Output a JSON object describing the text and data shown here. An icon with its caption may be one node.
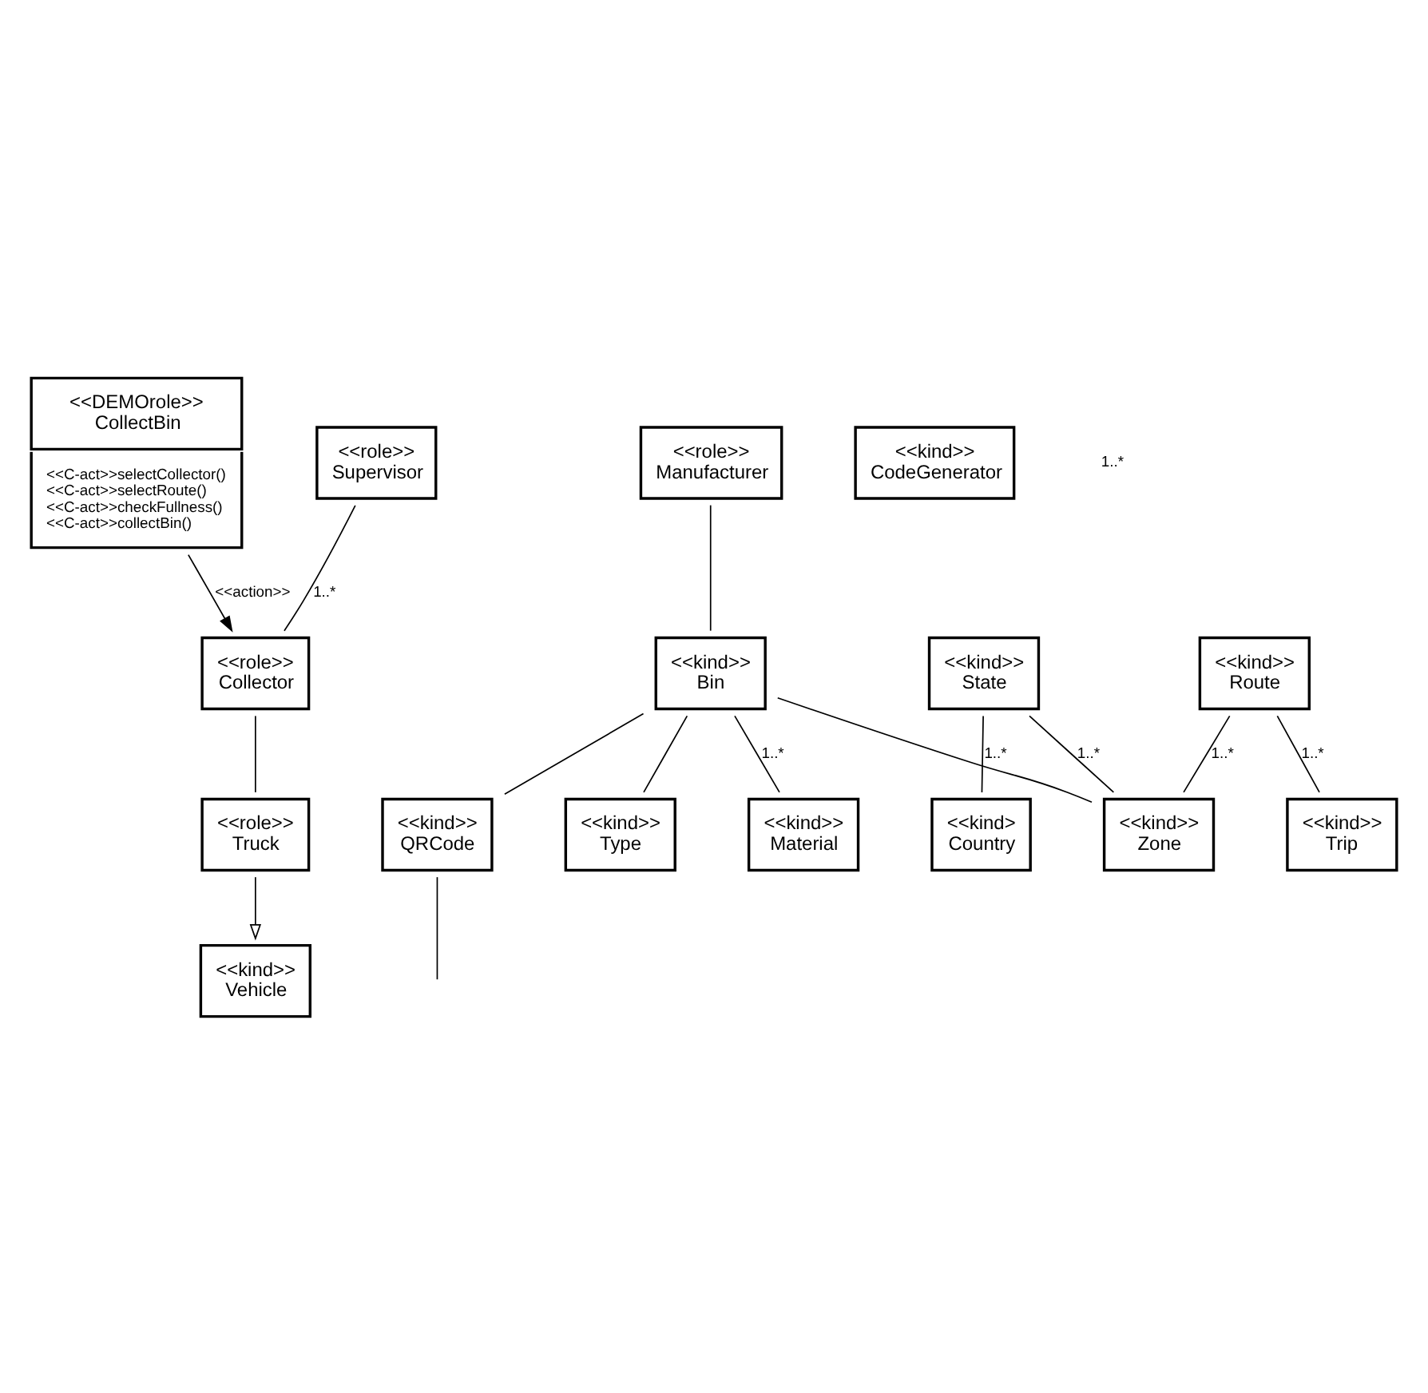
{
  "diagram": {
    "nodes": [
      {
        "text": [
          "<<DEMOrole>>",
          "CollectBin",
          "<<C-act>>selectCollector()",
          "<<C-act>>selectRoute()",
          "<<C-act>>checkFullness()",
          "<<C-act>>collectBin()"
        ]
      },
      {
        "text": [
          "<<role>>",
          "Manufacturer"
        ]
      },
      {
        "text": [
          "<<kind>>",
          "CodeGenerator"
        ]
      },
      {
        "text": [
          "<<role>>",
          "Supervisor"
        ]
      },
      {
        "text": [
          "<<role>>",
          "Collector"
        ]
      },
      {
        "text": [
          "<<kind>>",
          "Bin"
        ]
      },
      {
        "text": [
          "<<kind>>",
          "QRCode"
        ]
      },
      {
        "text": [
          "<<kind>>",
          "Vehicle"
        ]
      },
      {
        "text": [
          "<<role>>",
          "Truck"
        ]
      },
      {
        "text": [
          "<<kind>",
          "Country"
        ]
      },
      {
        "text": [
          "<<kind>>",
          "State"
        ]
      },
      {
        "text": [
          "<<kind>>",
          "Type"
        ]
      },
      {
        "text": [
          "<<kind>>",
          "Material"
        ]
      },
      {
        "text": [
          "<<kind>>",
          "Route"
        ]
      },
      {
        "text": [
          "<<kind>>",
          "Zone"
        ]
      },
      {
        "text": [
          "<<kind>>",
          "Trip"
        ]
      }
    ],
    "edges": [
      {
        "from": 0,
        "to": 4,
        "arrow": "to",
        "label": "<<action>>"
      },
      {
        "from": 3,
        "to": 4,
        "arrow": "none",
        "label": "1..*"
      },
      {
        "from": 8,
        "to": 7,
        "arrow": "to"
      },
      {
        "from": 4,
        "to": 8,
        "arrow": "none"
      },
      {
        "from": 1,
        "to": 5,
        "arrow": "none"
      },
      {
        "from": 5,
        "to": 6,
        "arrow": "none"
      },
      {
        "from": 6,
        "to": null,
        "arrow": "none"
      },
      {
        "from": 5,
        "to": 11,
        "arrow": "none"
      },
      {
        "from": 5,
        "to": 12,
        "arrow": "none",
        "label": "1..*"
      },
      {
        "from": 5,
        "to": 14,
        "arrow": "none"
      },
      {
        "from": 10,
        "to": 9,
        "arrow": "none",
        "label": "1..*"
      },
      {
        "from": 10,
        "to": 14,
        "arrow": "none",
        "label": "1..*"
      },
      {
        "from": 13,
        "to": 14,
        "arrow": "none",
        "label": "1..*"
      },
      {
        "from": 13,
        "to": 15,
        "arrow": "none",
        "label": "1..*"
      }
    ],
    "labels": [
      "1..*"
    ]
  }
}
